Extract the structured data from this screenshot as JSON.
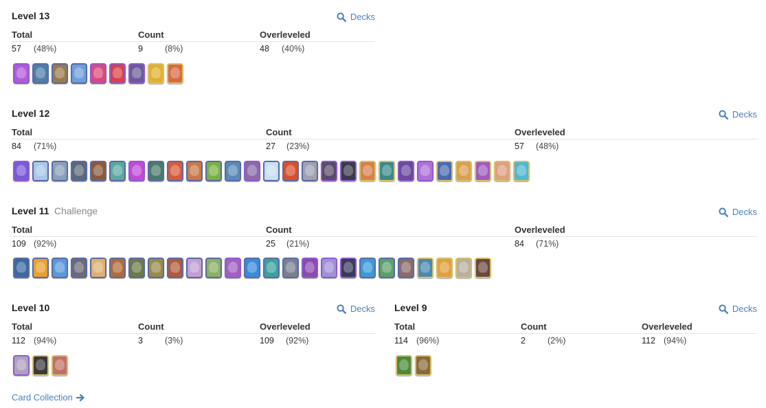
{
  "decks_label": "Decks",
  "headers": {
    "total": "Total",
    "count": "Count",
    "overleveled": "Overleveled"
  },
  "collection_link": "Card Collection",
  "levels": [
    {
      "title": "Level 13",
      "subtitle": "",
      "total": "57",
      "total_pct": "(48%)",
      "count": "9",
      "count_pct": "(8%)",
      "over": "48",
      "over_pct": "(40%)",
      "cards": [
        {
          "color": "#b05ad8",
          "frame": "epic"
        },
        {
          "color": "#4f7ea8",
          "frame": "rare"
        },
        {
          "color": "#9a7a48",
          "frame": "rare"
        },
        {
          "color": "#6f9fd8",
          "frame": "rare"
        },
        {
          "color": "#d84a7a",
          "frame": "epic"
        },
        {
          "color": "#d8404a",
          "frame": "epic"
        },
        {
          "color": "#6a5a9a",
          "frame": "epic"
        },
        {
          "color": "#e0b030",
          "frame": "legendary"
        },
        {
          "color": "#d86a40",
          "frame": "legendary"
        }
      ]
    },
    {
      "title": "Level 12",
      "subtitle": "",
      "total": "84",
      "total_pct": "(71%)",
      "count": "27",
      "count_pct": "(23%)",
      "over": "57",
      "over_pct": "(48%)",
      "cards": [
        {
          "color": "#7a5ad8",
          "frame": "epic"
        },
        {
          "color": "#a8c8e8",
          "frame": "rare"
        },
        {
          "color": "#8aa0b8",
          "frame": "rare"
        },
        {
          "color": "#5a6a7a",
          "frame": "rare"
        },
        {
          "color": "#8a5a3a",
          "frame": "rare"
        },
        {
          "color": "#5aa8a0",
          "frame": "rare"
        },
        {
          "color": "#c04ad8",
          "frame": "epic"
        },
        {
          "color": "#4a7a6a",
          "frame": "rare"
        },
        {
          "color": "#d85a3a",
          "frame": "rare"
        },
        {
          "color": "#c8784a",
          "frame": "rare"
        },
        {
          "color": "#7ab040",
          "frame": "rare"
        },
        {
          "color": "#5a8ab8",
          "frame": "rare"
        },
        {
          "color": "#8a6aa8",
          "frame": "epic"
        },
        {
          "color": "#c8e0f0",
          "frame": "rare"
        },
        {
          "color": "#d8502a",
          "frame": "rare"
        },
        {
          "color": "#a0a0b0",
          "frame": "rare"
        },
        {
          "color": "#5a4a6a",
          "frame": "epic"
        },
        {
          "color": "#3a3a4a",
          "frame": "epic"
        },
        {
          "color": "#d8804a",
          "frame": "legendary"
        },
        {
          "color": "#3a8a8a",
          "frame": "legendary"
        },
        {
          "color": "#6a4a9a",
          "frame": "epic"
        },
        {
          "color": "#b070d8",
          "frame": "epic"
        },
        {
          "color": "#4a6ab0",
          "frame": "legendary"
        },
        {
          "color": "#d8a050",
          "frame": "legendary"
        },
        {
          "color": "#a05ac0",
          "frame": "legendary"
        },
        {
          "color": "#e0a080",
          "frame": "legendary"
        },
        {
          "color": "#50b8d0",
          "frame": "legendary"
        }
      ]
    },
    {
      "title": "Level 11",
      "subtitle": "Challenge",
      "total": "109",
      "total_pct": "(92%)",
      "count": "25",
      "count_pct": "(21%)",
      "over": "84",
      "over_pct": "(71%)",
      "cards": [
        {
          "color": "#3a6aa0",
          "frame": "rare"
        },
        {
          "color": "#e8a030",
          "frame": "rare"
        },
        {
          "color": "#5a9ad8",
          "frame": "rare"
        },
        {
          "color": "#6a6a7a",
          "frame": "rare"
        },
        {
          "color": "#e0b070",
          "frame": "rare"
        },
        {
          "color": "#b06a3a",
          "frame": "rare"
        },
        {
          "color": "#6a7a4a",
          "frame": "rare"
        },
        {
          "color": "#9a8a4a",
          "frame": "rare"
        },
        {
          "color": "#b05a3a",
          "frame": "rare"
        },
        {
          "color": "#c0a0d0",
          "frame": "rare"
        },
        {
          "color": "#8ab060",
          "frame": "rare"
        },
        {
          "color": "#a060c0",
          "frame": "epic"
        },
        {
          "color": "#3a8ad8",
          "frame": "rare"
        },
        {
          "color": "#3aa0a0",
          "frame": "rare"
        },
        {
          "color": "#7a8090",
          "frame": "rare"
        },
        {
          "color": "#8a4ab0",
          "frame": "epic"
        },
        {
          "color": "#a090d8",
          "frame": "epic"
        },
        {
          "color": "#3a3a5a",
          "frame": "epic"
        },
        {
          "color": "#3a9ad8",
          "frame": "rare"
        },
        {
          "color": "#5aa06a",
          "frame": "rare"
        },
        {
          "color": "#8a6a6a",
          "frame": "rare"
        },
        {
          "color": "#4a8ab0",
          "frame": "legendary"
        },
        {
          "color": "#e0a040",
          "frame": "legendary"
        },
        {
          "color": "#b8b0a0",
          "frame": "legendary"
        },
        {
          "color": "#6a4a3a",
          "frame": "legendary"
        }
      ]
    },
    {
      "title": "Level 10",
      "subtitle": "",
      "total": "112",
      "total_pct": "(94%)",
      "count": "3",
      "count_pct": "(3%)",
      "over": "109",
      "over_pct": "(92%)",
      "cards": [
        {
          "color": "#b0a0c0",
          "frame": "epic"
        },
        {
          "color": "#3a3a3a",
          "frame": "legendary"
        },
        {
          "color": "#c0706a",
          "frame": "legendary"
        }
      ]
    },
    {
      "title": "Level 9",
      "subtitle": "",
      "total": "114",
      "total_pct": "(96%)",
      "count": "2",
      "count_pct": "(2%)",
      "over": "112",
      "over_pct": "(94%)",
      "cards": [
        {
          "color": "#4a8a3a",
          "frame": "legendary"
        },
        {
          "color": "#8a6a3a",
          "frame": "legendary"
        }
      ]
    }
  ]
}
